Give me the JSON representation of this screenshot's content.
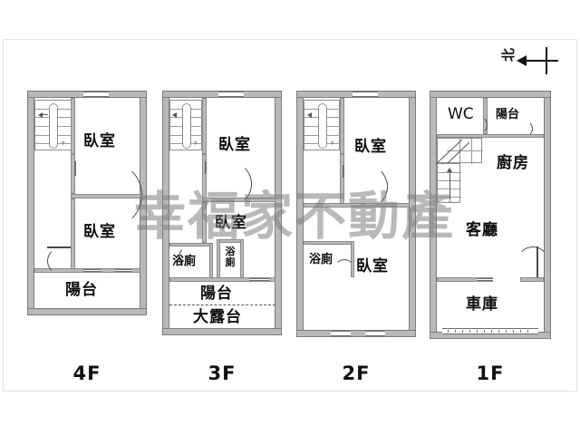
{
  "compass": {
    "north_label": "北",
    "direction": "left",
    "icon": "compass-north-arrow-icon"
  },
  "watermark": {
    "text": "幸福家不動產"
  },
  "rooms": {
    "bedroom": "臥室",
    "balcony": "陽台",
    "bathroom": "浴廁",
    "large_terrace": "大露台",
    "wc": "WC",
    "kitchen": "廚房",
    "living_room": "客廳",
    "garage": "車庫"
  },
  "floors": [
    {
      "id": "4F",
      "label": "4F",
      "rooms": [
        "臥室",
        "臥室",
        "陽台"
      ]
    },
    {
      "id": "3F",
      "label": "3F",
      "rooms": [
        "臥室",
        "臥室",
        "浴廁",
        "浴廁",
        "陽台",
        "大露台"
      ]
    },
    {
      "id": "2F",
      "label": "2F",
      "rooms": [
        "臥室",
        "臥室",
        "浴廁"
      ]
    },
    {
      "id": "1F",
      "label": "1F",
      "rooms": [
        "WC",
        "陽台",
        "廚房",
        "客廳",
        "車庫"
      ]
    }
  ],
  "colors": {
    "wall_fill": "#b9b9b9",
    "wall_stroke": "#7c7c7c",
    "text": "#0d0d0d",
    "watermark": "#808080",
    "frame": "#e3e3e3",
    "background": "#ffffff"
  }
}
